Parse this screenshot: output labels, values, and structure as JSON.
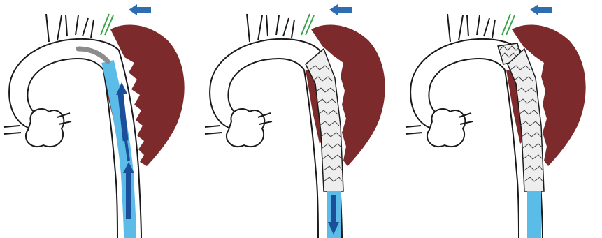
{
  "figure": {
    "panels": [
      {
        "stage": "delivery-catheter-advanced"
      },
      {
        "stage": "stent-graft-deployed"
      },
      {
        "stage": "stent-graft-extension"
      }
    ]
  },
  "colors": {
    "aneurysm": "#7d2a2c",
    "sheath": "#5bbce8",
    "flow_arrow": "#1b4f9a",
    "guidewire": "#3aa54a",
    "outline": "#1a1a1a",
    "catheter_tip": "#8c8c8c",
    "indicator_arrow": "#2f6db3"
  },
  "icons": {
    "indicator": "left-arrow-icon",
    "flow": "up-arrow-icon",
    "withdraw": "down-arrow-icon"
  }
}
